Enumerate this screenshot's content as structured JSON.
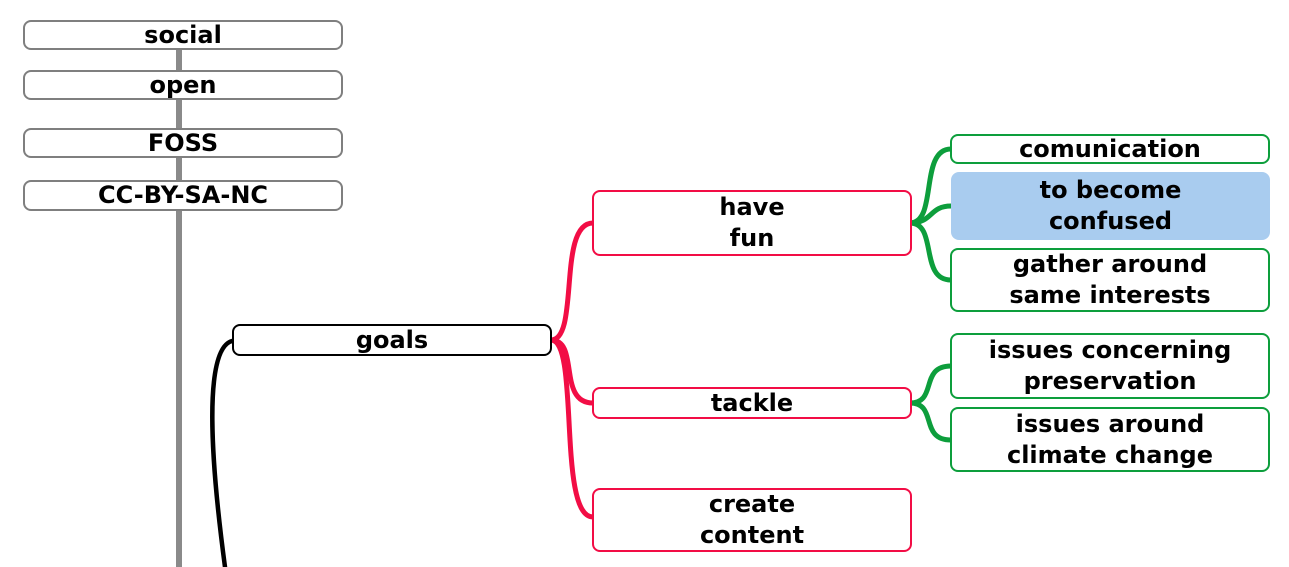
{
  "mindmap": {
    "trunk_nodes": [
      {
        "label": "social"
      },
      {
        "label": "open"
      },
      {
        "label": "FOSS"
      },
      {
        "label": "CC-BY-SA-NC"
      }
    ],
    "goals_branch": {
      "label": "goals",
      "children": [
        {
          "label": "have\nfun",
          "children": [
            {
              "label": "comunication",
              "highlighted": false
            },
            {
              "label": "to become\nconfused",
              "highlighted": true
            },
            {
              "label": "gather around\nsame interests",
              "highlighted": false
            }
          ]
        },
        {
          "label": "tackle",
          "children": [
            {
              "label": "issues concerning\npreservation",
              "highlighted": false
            },
            {
              "label": "issues around\nclimate change",
              "highlighted": false
            }
          ]
        },
        {
          "label": "create\ncontent",
          "children": []
        }
      ]
    }
  },
  "colors": {
    "edge_red": "#F20D45",
    "edge_green": "#0D9E3C",
    "edge_black": "#000000",
    "trunk_gray": "#8A8A8A",
    "border_gray": "#7F7F7F",
    "highlight_blue": "#A9CCEF",
    "node_bg": "#FFFFFF",
    "text_color": "#000000"
  }
}
